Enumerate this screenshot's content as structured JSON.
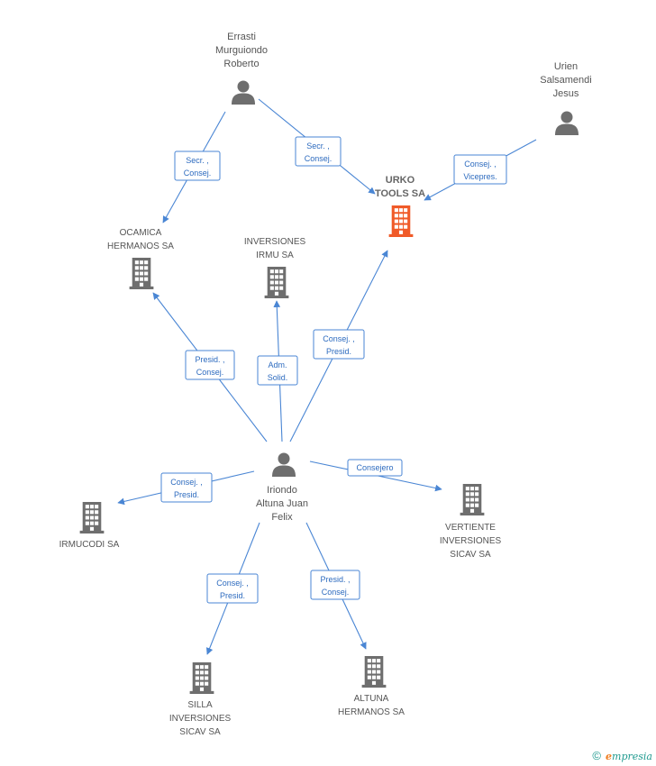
{
  "colors": {
    "edge": "#4a86d4",
    "edge_text": "#2d6bbf",
    "node": "#6e6e6e",
    "focus": "#f05a28"
  },
  "nodes": [
    {
      "id": "errasti",
      "kind": "person",
      "label_lines": [
        "Errasti",
        "Murguiondo",
        "Roberto"
      ]
    },
    {
      "id": "urien",
      "kind": "person",
      "label_lines": [
        "Urien",
        "Salsamendi",
        "Jesus"
      ]
    },
    {
      "id": "urko",
      "kind": "company",
      "focus": true,
      "label_lines": [
        "URKO",
        "TOOLS SA"
      ]
    },
    {
      "id": "ocamica",
      "kind": "company",
      "label_lines": [
        "OCAMICA",
        "HERMANOS SA"
      ]
    },
    {
      "id": "irmu",
      "kind": "company",
      "label_lines": [
        "INVERSIONES",
        "IRMU SA"
      ]
    },
    {
      "id": "iriondo",
      "kind": "person",
      "label_lines": [
        "Iriondo",
        "Altuna Juan",
        "Felix"
      ]
    },
    {
      "id": "irmucodi",
      "kind": "company",
      "label_lines": [
        "IRMUCODI SA"
      ]
    },
    {
      "id": "vertiente",
      "kind": "company",
      "label_lines": [
        "VERTIENTE",
        "INVERSIONES",
        "SICAV SA"
      ]
    },
    {
      "id": "silla",
      "kind": "company",
      "label_lines": [
        "SILLA",
        "INVERSIONES",
        "SICAV SA"
      ]
    },
    {
      "id": "altuna",
      "kind": "company",
      "label_lines": [
        "ALTUNA",
        "HERMANOS SA"
      ]
    }
  ],
  "edges": [
    {
      "id": "e1",
      "from": "errasti",
      "to": "ocamica",
      "label_lines": [
        "Secr. ,",
        "Consej."
      ]
    },
    {
      "id": "e2",
      "from": "errasti",
      "to": "urko",
      "label_lines": [
        "Secr. ,",
        "Consej."
      ]
    },
    {
      "id": "e3",
      "from": "urien",
      "to": "urko",
      "label_lines": [
        "Consej. ,",
        "Vicepres."
      ]
    },
    {
      "id": "e4",
      "from": "iriondo",
      "to": "ocamica",
      "label_lines": [
        "Presid. ,",
        "Consej."
      ]
    },
    {
      "id": "e5",
      "from": "iriondo",
      "to": "irmu",
      "label_lines": [
        "Adm.",
        "Solid."
      ]
    },
    {
      "id": "e6",
      "from": "iriondo",
      "to": "urko",
      "label_lines": [
        "Consej. ,",
        "Presid."
      ]
    },
    {
      "id": "e7",
      "from": "iriondo",
      "to": "irmucodi",
      "label_lines": [
        "Consej. ,",
        "Presid."
      ]
    },
    {
      "id": "e8",
      "from": "iriondo",
      "to": "vertiente",
      "label_lines": [
        "Consejero"
      ]
    },
    {
      "id": "e9",
      "from": "iriondo",
      "to": "silla",
      "label_lines": [
        "Consej. ,",
        "Presid."
      ]
    },
    {
      "id": "e10",
      "from": "iriondo",
      "to": "altuna",
      "label_lines": [
        "Presid. ,",
        "Consej."
      ]
    }
  ],
  "footer": {
    "copyright": "©",
    "brand_initial": "e",
    "brand_rest": "mpresia"
  }
}
